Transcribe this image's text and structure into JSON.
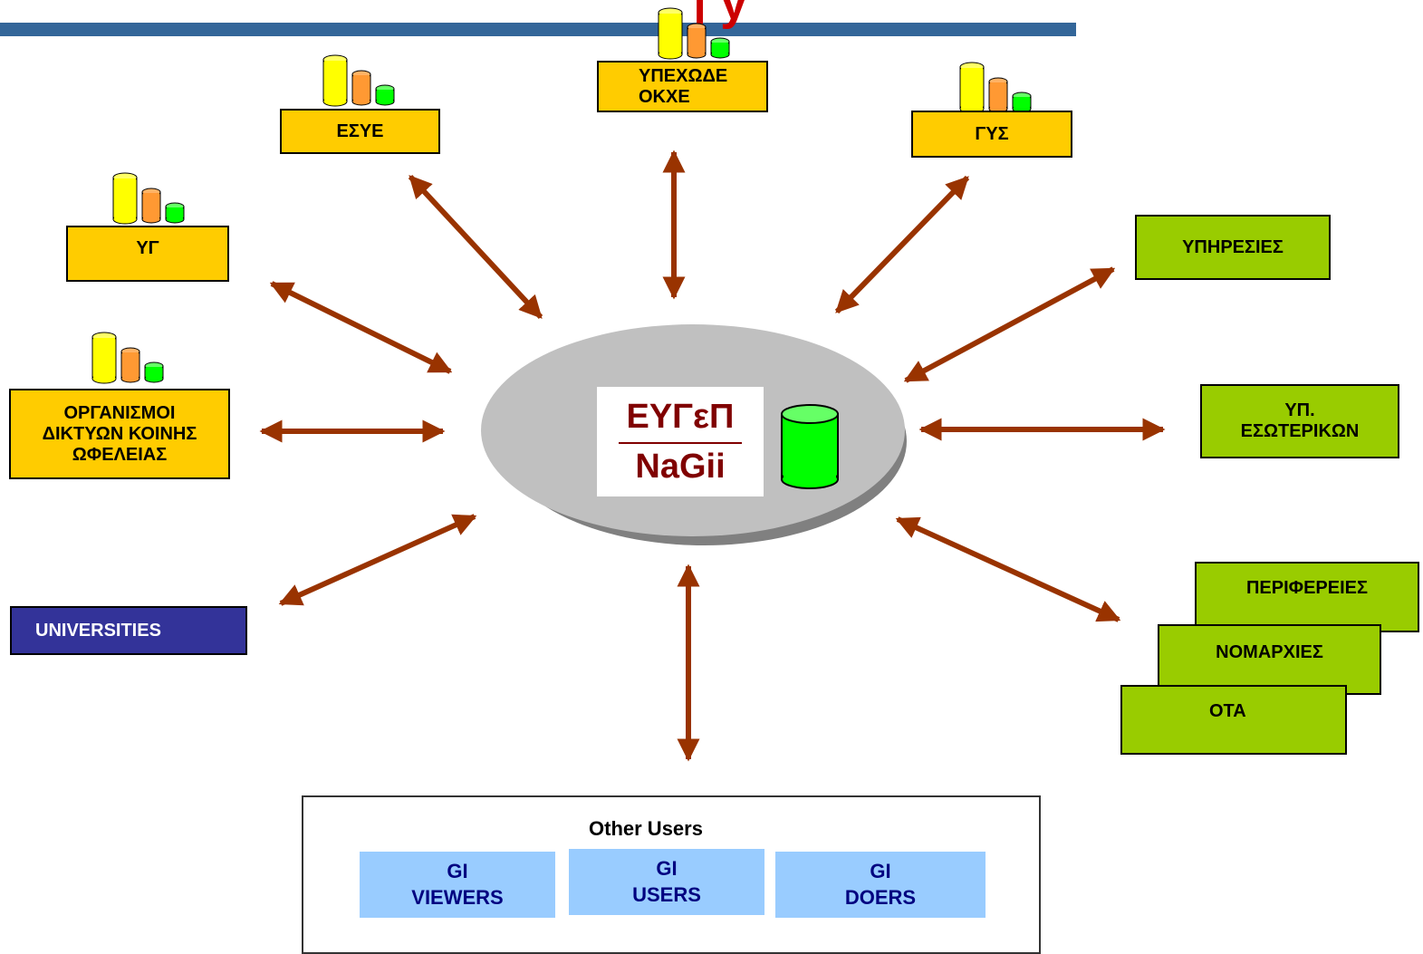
{
  "title_fragment": "| y",
  "center": {
    "line1": "ΕΥΓεΠ",
    "line2": "NaGii"
  },
  "nodes": {
    "esye": "ΕΣΥΕ",
    "ypexode": "ΥΠΕΧΩΔΕ\nΟΚΧΕ",
    "gys": "ΓΥΣ",
    "yg": "ΥΓ",
    "organismoi": "ΟΡΓΑΝΙΣΜΟΙ\nΔΙΚΤΥΩΝ ΚΟΙΝΗΣ\nΩΦΕΛΕΙΑΣ",
    "universities": "UNIVERSITIES",
    "ypiresies": "ΥΠΗΡΕΣΙΕΣ",
    "yp_esoterikon": "ΥΠ.\nΕΣΩΤΕΡΙΚΩΝ",
    "perifereies": "ΠΕΡΙΦΕΡΕΙΕΣ",
    "nomarxies": "ΝΟΜΑΡΧΙΕΣ",
    "ota": "ΟΤΑ"
  },
  "other_users": {
    "title": "Other Users",
    "viewers": "GI\nVIEWERS",
    "users": "GI\nUSERS",
    "doers": "GI\nDOERS"
  },
  "colors": {
    "arrow": "#993300",
    "yellow_box": "#ffcc00",
    "green_box": "#99cc00",
    "university_box": "#333399",
    "gi_box": "#99ccff",
    "center_text": "#800000",
    "ellipse": "#c0c0c0",
    "top_bar": "#336699"
  }
}
